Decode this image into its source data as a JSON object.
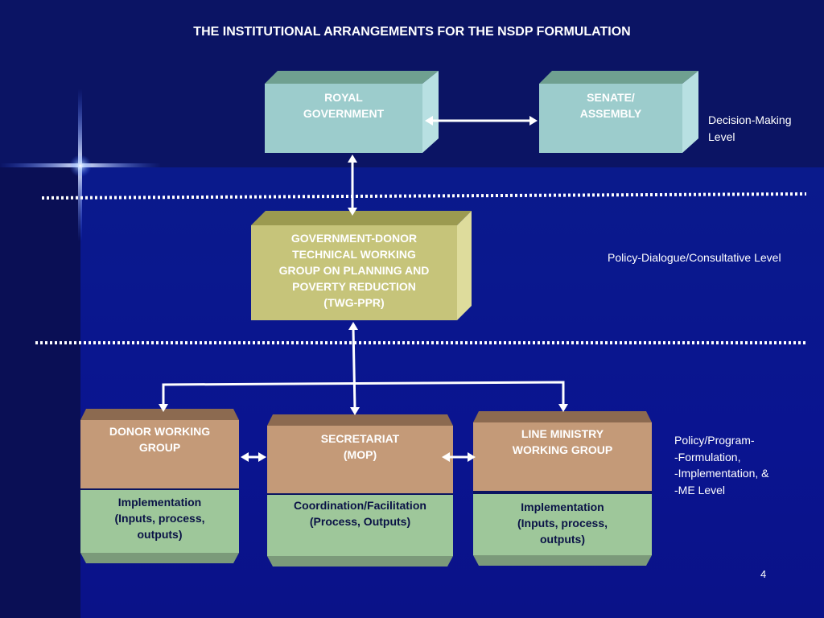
{
  "title": "THE INSTITUTIONAL ARRANGEMENTS FOR THE NSDP FORMULATION",
  "boxes": {
    "royal": [
      "ROYAL",
      "GOVERNMENT"
    ],
    "senate": [
      "SENATE/",
      "ASSEMBLY"
    ],
    "twg": [
      "GOVERNMENT-DONOR",
      "TECHNICAL WORKING",
      "GROUP ON PLANNING AND",
      "POVERTY REDUCTION",
      "(TWG-PPR)"
    ],
    "donor_top": [
      "DONOR WORKING",
      "GROUP"
    ],
    "donor_bottom": [
      "Implementation",
      "(Inputs, process,",
      "outputs)"
    ],
    "secretariat_top": [
      "SECRETARIAT",
      "(MOP)"
    ],
    "secretariat_bottom": [
      "Coordination/Facilitation",
      "(Process, Outputs)"
    ],
    "line_top": [
      "LINE MINISTRY",
      "WORKING GROUP"
    ],
    "line_bottom": [
      "Implementation",
      "(Inputs, process,",
      "outputs)"
    ]
  },
  "levels": {
    "decision": [
      "Decision-Making",
      "Level"
    ],
    "policy_dialogue": [
      "Policy-Dialogue/Consultative Level"
    ],
    "program": [
      "Policy/Program-",
      "-Formulation,",
      "-Implementation, &",
      "-ME Level"
    ]
  },
  "colors": {
    "teal_box": "#9ccccc",
    "olive_box": "#c6c47a",
    "tan_box": "#c49a78",
    "green_box": "#9ec79a",
    "text_dark": "#0a1246",
    "connector": "#ffffff"
  },
  "page_number": "4"
}
